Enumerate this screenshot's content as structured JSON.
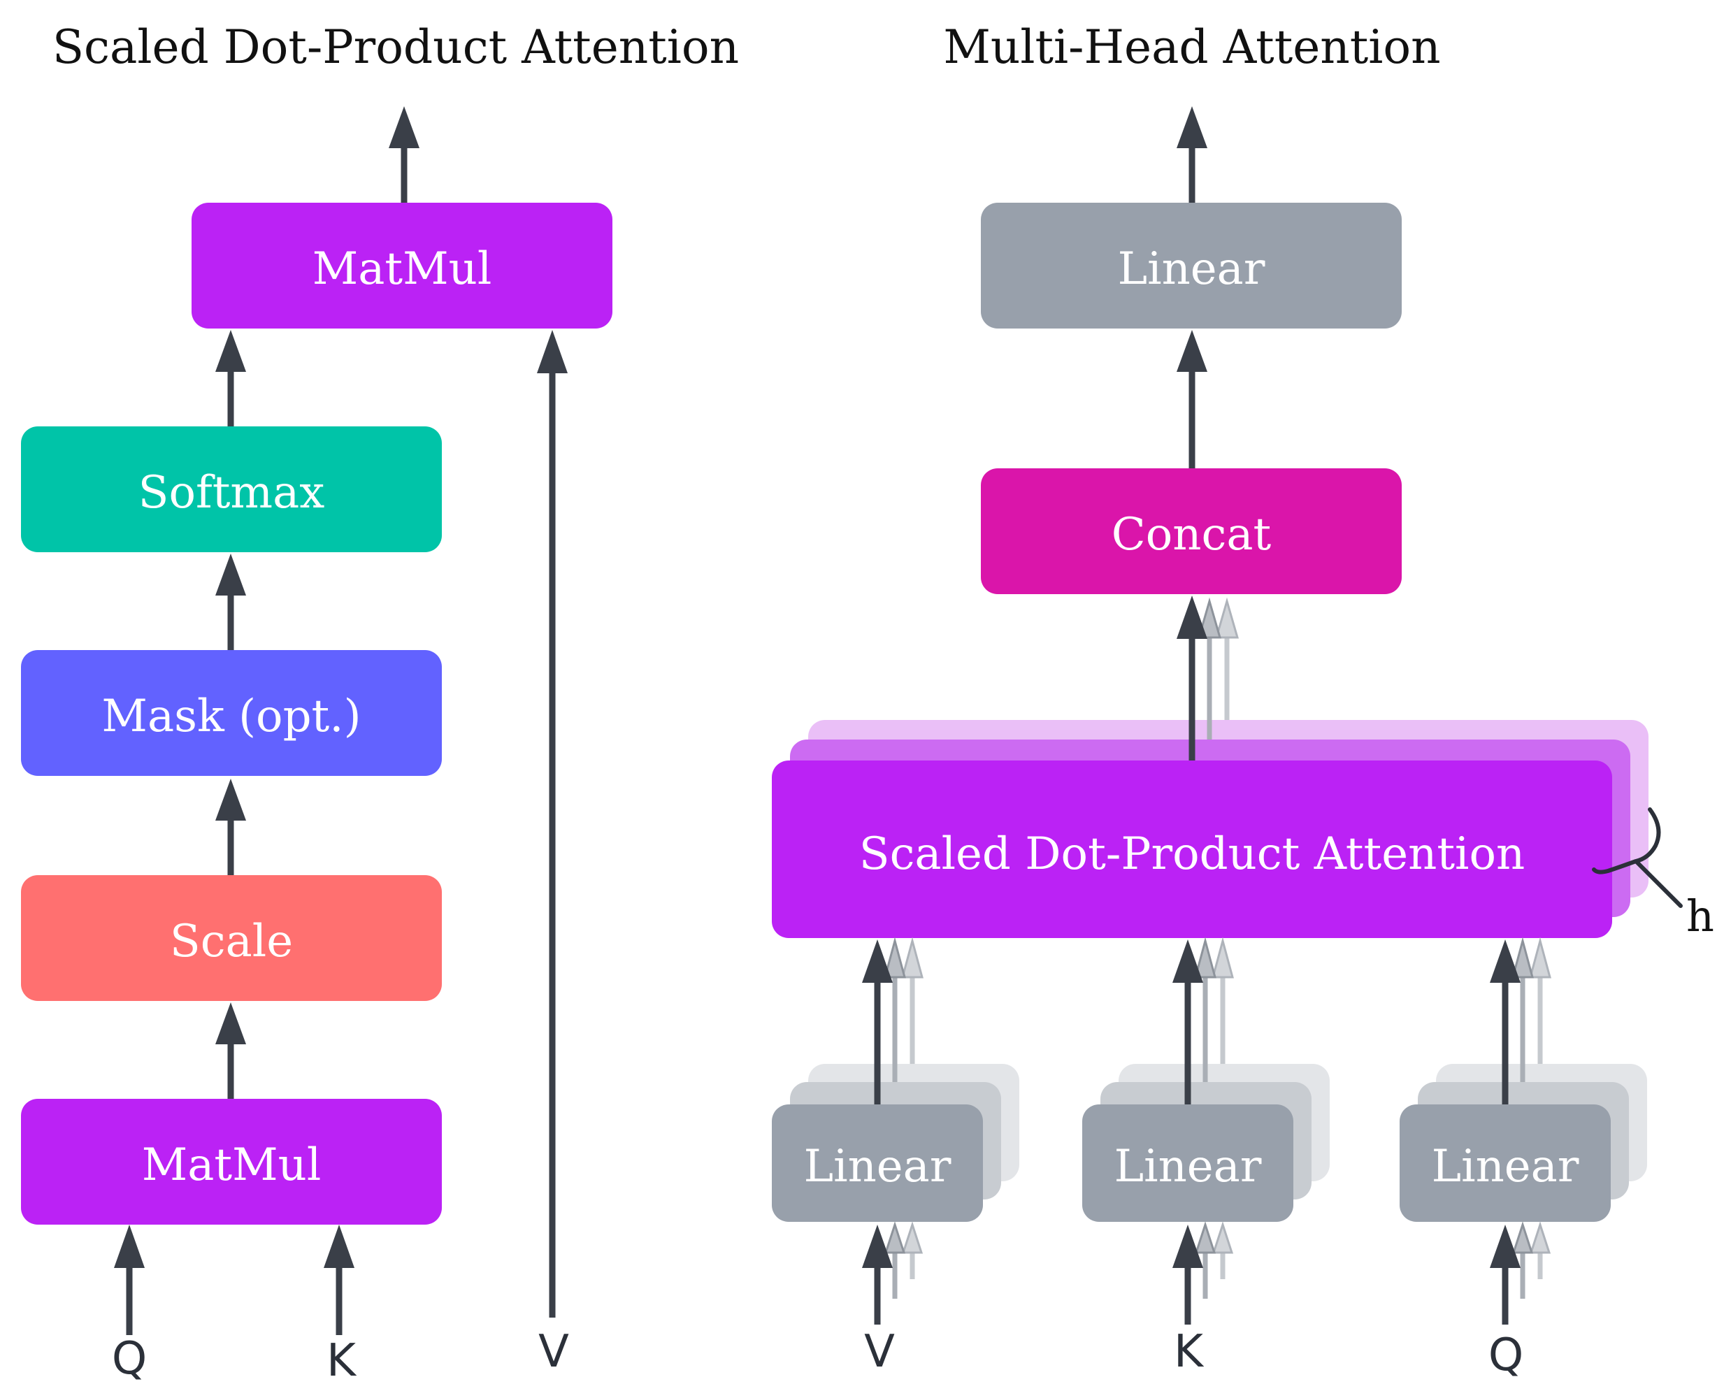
{
  "colors": {
    "matmul": "#bb22f5",
    "softmax": "#00c4a8",
    "mask": "#6262ff",
    "scale": "#ff7070",
    "linear": "#98a0ab",
    "concat": "#da15aa",
    "arrow": "#3a3f48",
    "text_dark": "#111111"
  },
  "left": {
    "title": "Scaled Dot-Product Attention",
    "blocks": {
      "matmul_top": "MatMul",
      "softmax": "Softmax",
      "mask": "Mask (opt.)",
      "scale": "Scale",
      "matmul_bottom": "MatMul"
    },
    "inputs": {
      "q": "Q",
      "k": "K",
      "v": "V"
    }
  },
  "right": {
    "title": "Multi-Head Attention",
    "blocks": {
      "linear_top": "Linear",
      "concat": "Concat",
      "attention": "Scaled Dot-Product Attention",
      "linear_v": "Linear",
      "linear_k": "Linear",
      "linear_q": "Linear"
    },
    "heads_label": "h",
    "inputs": {
      "v": "V",
      "k": "K",
      "q": "Q"
    }
  }
}
